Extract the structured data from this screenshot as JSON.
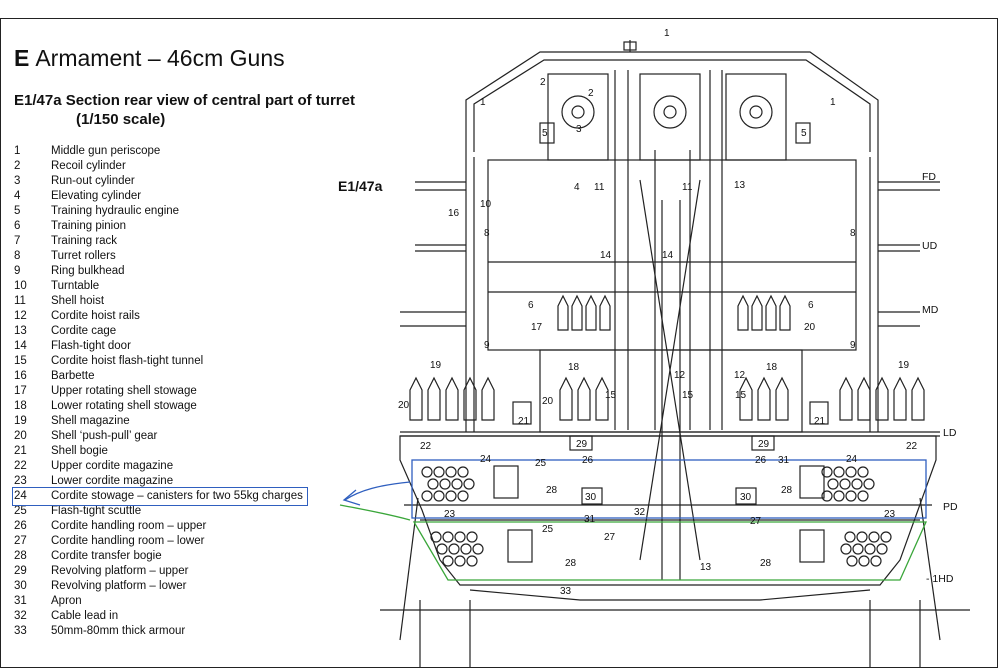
{
  "header": {
    "letter": "E",
    "title": "Armament – 46cm Guns",
    "subtitle_line1": "E1/47a Section rear view of central part of turret",
    "subtitle_line2": "(1/150 scale)"
  },
  "figure_label": "E1/47a",
  "legend": [
    {
      "num": "1",
      "text": "Middle gun periscope"
    },
    {
      "num": "2",
      "text": "Recoil cylinder"
    },
    {
      "num": "3",
      "text": "Run-out cylinder"
    },
    {
      "num": "4",
      "text": "Elevating cylinder"
    },
    {
      "num": "5",
      "text": "Training hydraulic engine"
    },
    {
      "num": "6",
      "text": "Training pinion"
    },
    {
      "num": "7",
      "text": "Training rack"
    },
    {
      "num": "8",
      "text": "Turret rollers"
    },
    {
      "num": "9",
      "text": "Ring bulkhead"
    },
    {
      "num": "10",
      "text": "Turntable"
    },
    {
      "num": "11",
      "text": "Shell hoist"
    },
    {
      "num": "12",
      "text": "Cordite hoist rails"
    },
    {
      "num": "13",
      "text": "Cordite cage"
    },
    {
      "num": "14",
      "text": "Flash-tight door"
    },
    {
      "num": "15",
      "text": "Cordite hoist flash-tight tunnel"
    },
    {
      "num": "16",
      "text": "Barbette"
    },
    {
      "num": "17",
      "text": "Upper rotating shell stowage"
    },
    {
      "num": "18",
      "text": "Lower rotating shell stowage"
    },
    {
      "num": "19",
      "text": "Shell magazine"
    },
    {
      "num": "20",
      "text": "Shell ‘push-pull’ gear"
    },
    {
      "num": "21",
      "text": "Shell bogie"
    },
    {
      "num": "22",
      "text": "Upper cordite magazine"
    },
    {
      "num": "23",
      "text": "Lower cordite magazine"
    },
    {
      "num": "24",
      "text": "Cordite stowage – canisters for two 55kg charges"
    },
    {
      "num": "25",
      "text": "Flash-tight scuttle"
    },
    {
      "num": "26",
      "text": "Cordite handling room – upper"
    },
    {
      "num": "27",
      "text": "Cordite handling room – lower"
    },
    {
      "num": "28",
      "text": "Cordite transfer bogie"
    },
    {
      "num": "29",
      "text": "Revolving platform – upper"
    },
    {
      "num": "30",
      "text": "Revolving platform – lower"
    },
    {
      "num": "31",
      "text": "Apron"
    },
    {
      "num": "32",
      "text": "Cable lead in"
    },
    {
      "num": "33",
      "text": "50mm-80mm thick armour"
    }
  ],
  "highlighted_item": "24",
  "deck_labels": {
    "fd": "FD",
    "ud": "UD",
    "md": "MD",
    "ld": "LD",
    "pd": "PD",
    "hd": "- 1HD"
  },
  "callouts": {
    "n1a": "1",
    "n1b": "1",
    "n1c": "1",
    "n2a": "2",
    "n2b": "2",
    "n3": "3",
    "n4": "4",
    "n5a": "5",
    "n5b": "5",
    "n6a": "6",
    "n6b": "6",
    "n8a": "8",
    "n8b": "8",
    "n9a": "9",
    "n9b": "9",
    "n10": "10",
    "n11a": "11",
    "n11b": "11",
    "n12a": "12",
    "n12b": "12",
    "n13a": "13",
    "n13b": "13",
    "n14a": "14",
    "n14b": "14",
    "n15a": "15",
    "n15b": "15",
    "n15c": "15",
    "n16": "16",
    "n17": "17",
    "n18a": "18",
    "n18b": "18",
    "n19a": "19",
    "n19b": "19",
    "n20a": "20",
    "n20b": "20",
    "n20c": "20",
    "n21a": "21",
    "n21b": "21",
    "n22a": "22",
    "n22b": "22",
    "n23a": "23",
    "n23b": "23",
    "n24a": "24",
    "n24b": "24",
    "n25a": "25",
    "n25b": "25",
    "n26a": "26",
    "n26b": "26",
    "n27a": "27",
    "n27b": "27",
    "n28a": "28",
    "n28b": "28",
    "n28c": "28",
    "n28d": "28",
    "n29a": "29",
    "n29b": "29",
    "n30a": "30",
    "n30b": "30",
    "n31a": "31",
    "n31b": "31",
    "n32": "32",
    "n33": "33"
  },
  "colors": {
    "annotation_blue": "#2f5fbf",
    "annotation_green": "#3aa63a",
    "ink": "#222222"
  }
}
